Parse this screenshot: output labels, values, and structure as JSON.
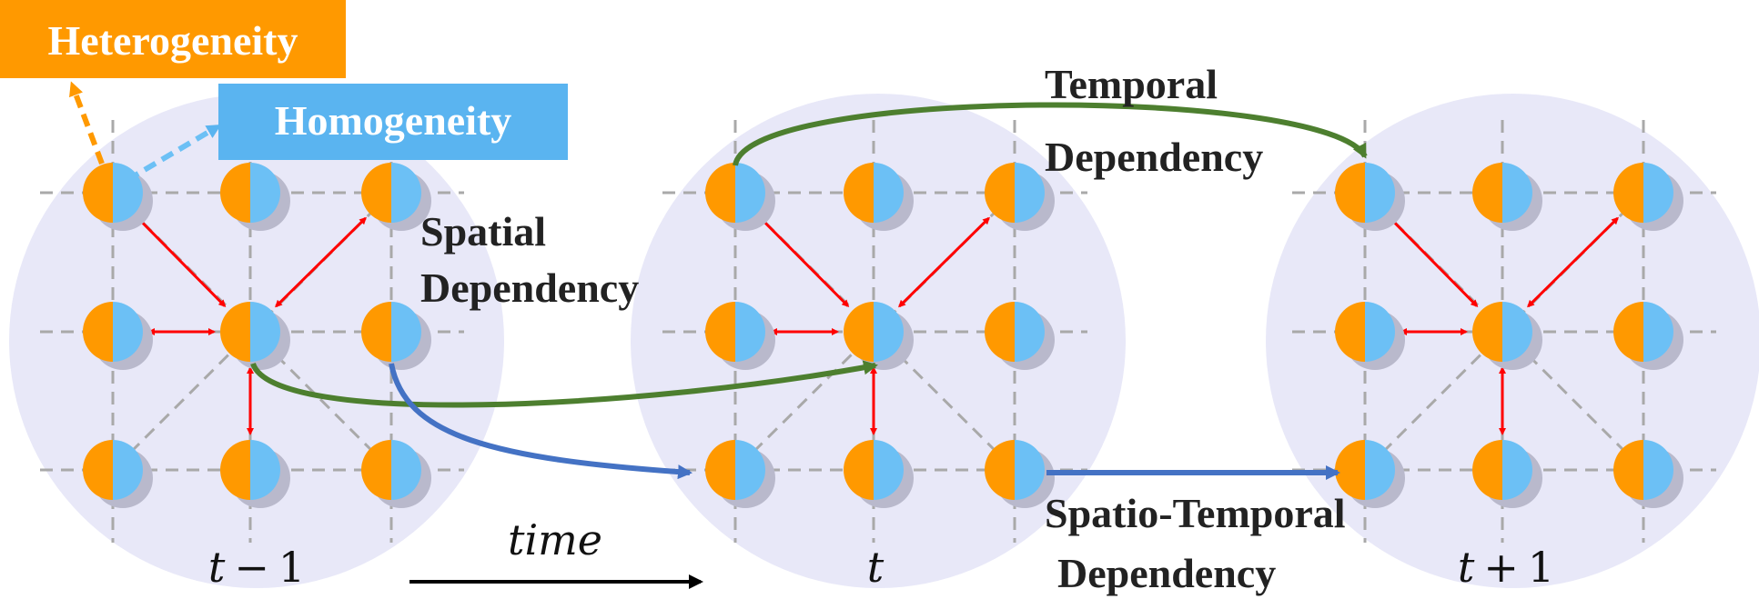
{
  "colors": {
    "background_disc": "#e8e8f8",
    "node_orange": "#ff9900",
    "node_blue": "#6cc0f5",
    "node_shadow": "#b9b9cc",
    "grid": "#a9a9a9",
    "spatial_arrow": "#ff0000",
    "temporal_arrow": "#4d7f2f",
    "spatiotemporal_arrow": "#4472c4",
    "heterogeneity_box": "#ff9900",
    "homogeneity_box": "#5ab4f0",
    "time_arrow": "#000000"
  },
  "labels": {
    "heterogeneity": "Heterogeneity",
    "homogeneity": "Homogeneity",
    "spatial_line1": "Spatial",
    "spatial_line2": "Dependency",
    "temporal_line1": "Temporal",
    "temporal_line2": "Dependency",
    "spatiotemporal_line1": "Spatio-Temporal",
    "spatiotemporal_line2": "Dependency",
    "time": "time"
  },
  "panels": [
    {
      "id": "prev",
      "var": "t",
      "op": "−",
      "num": "1"
    },
    {
      "id": "curr",
      "var": "t",
      "op": "",
      "num": ""
    },
    {
      "id": "next",
      "var": "t",
      "op": "+",
      "num": "1"
    }
  ]
}
